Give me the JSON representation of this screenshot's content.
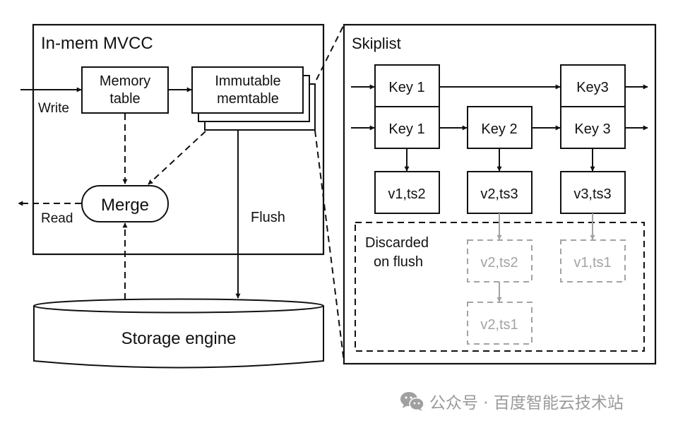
{
  "left_panel": {
    "title": "In-mem MVCC",
    "memory_table": [
      "Memory",
      "table"
    ],
    "immutable_memtable": [
      "Immutable",
      "memtable"
    ],
    "merge": "Merge",
    "write_label": "Write",
    "read_label": "Read",
    "flush_label": "Flush"
  },
  "storage": {
    "label": "Storage engine"
  },
  "right_panel": {
    "title": "Skiplist",
    "level2": [
      "Key 1",
      "Key3"
    ],
    "level1": [
      "Key 1",
      "Key 2",
      "Key 3"
    ],
    "values": [
      "v1,ts2",
      "v2,ts3",
      "v3,ts3"
    ],
    "discarded_label": [
      "Discarded",
      "on flush"
    ],
    "discarded_values": [
      "v2,ts2",
      "v1,ts1",
      "v2,ts1"
    ]
  },
  "colors": {
    "line": "#111111",
    "discarded": "#a3a3a3"
  },
  "watermark": {
    "icon": "wechat-icon",
    "text": "公众号 · 百度智能云技术站"
  }
}
